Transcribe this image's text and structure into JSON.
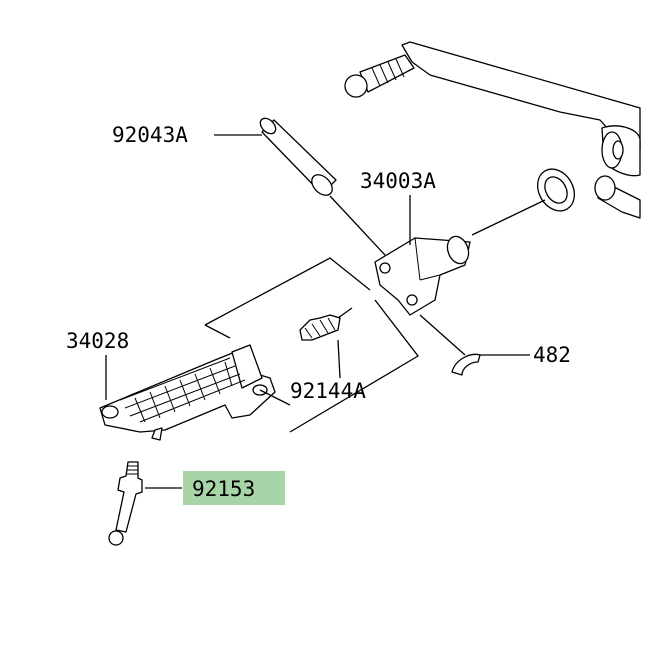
{
  "labels": {
    "part_92043A": "92043A",
    "part_34003A": "34003A",
    "part_34028": "34028",
    "part_92144A": "92144A",
    "part_482": "482",
    "part_92153": "92153"
  },
  "colors": {
    "highlight": "#a8d5a8",
    "line": "#000000",
    "background": "#ffffff"
  }
}
